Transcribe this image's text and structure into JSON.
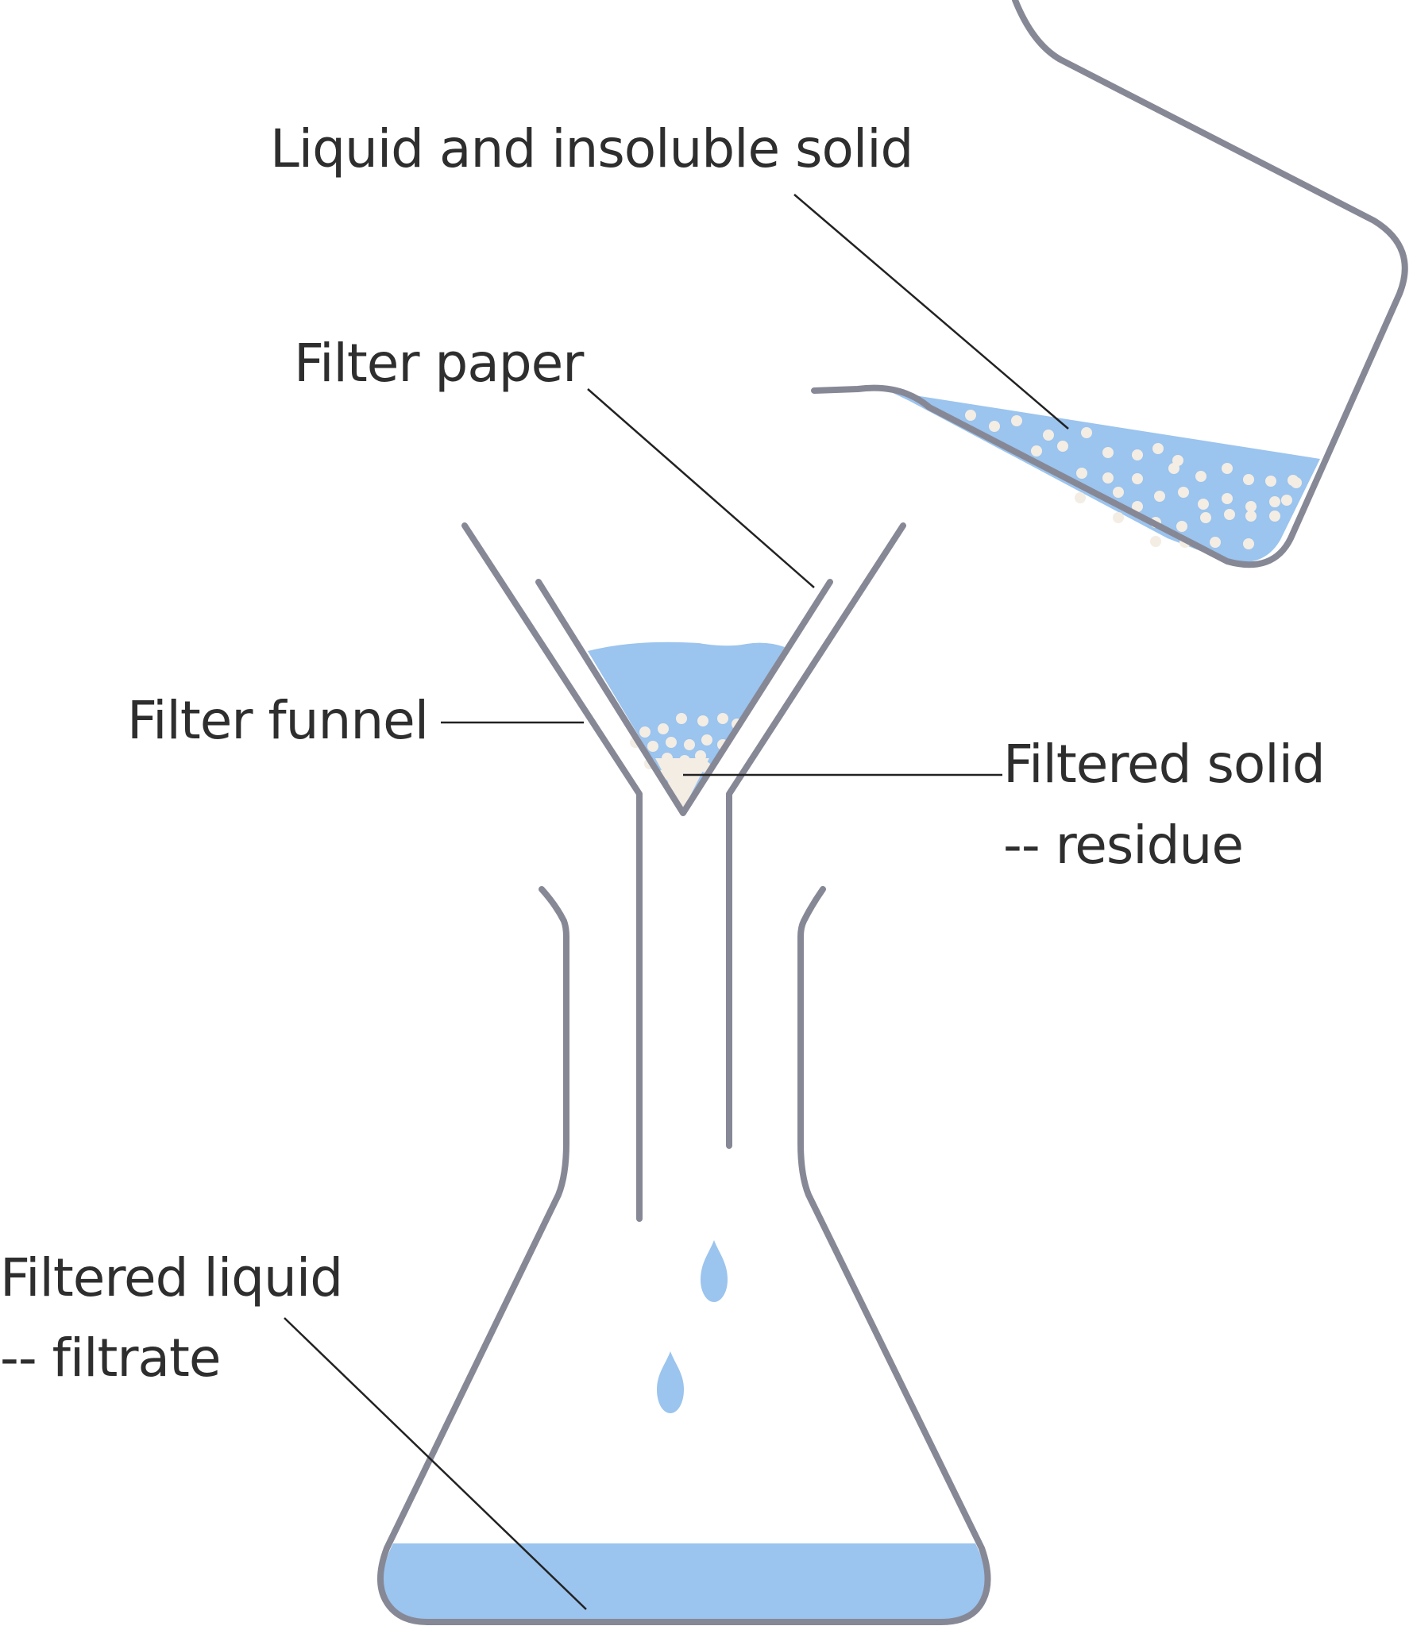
{
  "labels": {
    "mixture": "Liquid and insoluble solid",
    "filter_paper": "Filter paper",
    "filter_funnel": "Filter funnel",
    "residue_line1": "Filtered solid",
    "residue_line2": "-- residue",
    "filtrate_line1": "Filtered liquid",
    "filtrate_line2": "-- filtrate"
  },
  "colors": {
    "glass_outline": "#878896",
    "liquid": "#9bc4ee",
    "solid_particles": "#f3ede4",
    "leader_line": "#222222",
    "text": "#2e2e2e"
  }
}
